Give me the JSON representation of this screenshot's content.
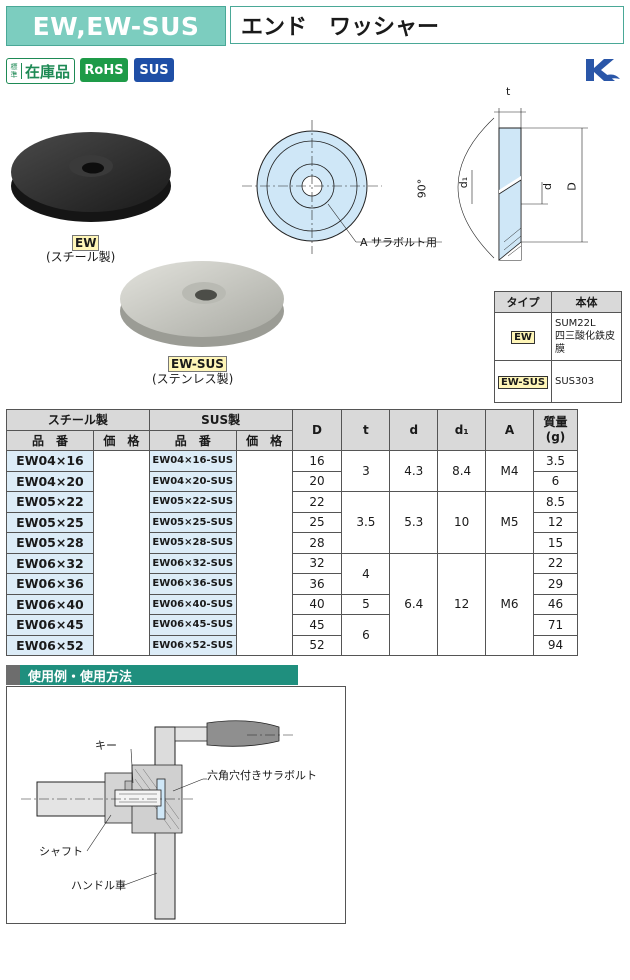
{
  "header": {
    "model": "EW,EW-SUS",
    "name": "エンド　ワッシャー"
  },
  "badges": {
    "stock_small": "標準",
    "stock_big": "在庫品",
    "rohs": "RoHS",
    "sus": "SUS"
  },
  "photos": [
    {
      "code": "EW",
      "caption": "(スチール製)"
    },
    {
      "code": "EW-SUS",
      "caption": "(ステンレス製)"
    }
  ],
  "drawing": {
    "t": "t",
    "d1": "d₁",
    "d": "d",
    "D": "D",
    "angle": "90°",
    "bolt_note": "A サラボルト用"
  },
  "material_table": {
    "headers": [
      "タイプ",
      "本体"
    ],
    "rows": [
      {
        "type": "EW",
        "material": [
          "SUM22L",
          "四三酸化鉄皮膜"
        ]
      },
      {
        "type": "EW-SUS",
        "material": [
          "SUS303"
        ]
      }
    ]
  },
  "spec_table": {
    "group_headers": {
      "steel": "スチール製",
      "sus": "SUS製",
      "mass": "質量",
      "mass_unit": "(g)"
    },
    "sub_headers": {
      "part": "品　番",
      "price": "価　格"
    },
    "columns": [
      "D",
      "t",
      "d",
      "d₁",
      "A"
    ],
    "rows": [
      {
        "steel": "EW04×16",
        "sus": "EW04×16-SUS",
        "D": "16",
        "mass": "3.5"
      },
      {
        "steel": "EW04×20",
        "sus": "EW04×20-SUS",
        "D": "20",
        "mass": "6"
      },
      {
        "steel": "EW05×22",
        "sus": "EW05×22-SUS",
        "D": "22",
        "mass": "8.5"
      },
      {
        "steel": "EW05×25",
        "sus": "EW05×25-SUS",
        "D": "25",
        "mass": "12"
      },
      {
        "steel": "EW05×28",
        "sus": "EW05×28-SUS",
        "D": "28",
        "mass": "15"
      },
      {
        "steel": "EW06×32",
        "sus": "EW06×32-SUS",
        "D": "32",
        "mass": "22"
      },
      {
        "steel": "EW06×36",
        "sus": "EW06×36-SUS",
        "D": "36",
        "mass": "29"
      },
      {
        "steel": "EW06×40",
        "sus": "EW06×40-SUS",
        "D": "40",
        "mass": "46"
      },
      {
        "steel": "EW06×45",
        "sus": "EW06×45-SUS",
        "D": "45",
        "mass": "71"
      },
      {
        "steel": "EW06×52",
        "sus": "EW06×52-SUS",
        "D": "52",
        "mass": "94"
      }
    ],
    "groups": [
      {
        "t": "3",
        "d": "4.3",
        "d1": "8.4",
        "A": "M4"
      },
      {
        "t": "3.5",
        "d": "5.3",
        "d1": "10",
        "A": "M5"
      },
      {
        "d": "6.4",
        "d1": "12",
        "A": "M6"
      }
    ],
    "t_sub": [
      "4",
      "5",
      "6"
    ]
  },
  "usage": {
    "title": "使用例・使用方法",
    "labels": {
      "key": "キー",
      "bolt": "六角穴付きサラボルト",
      "shaft": "シャフト",
      "handwheel": "ハンドル車"
    }
  },
  "colors": {
    "accent": "#1f8f7e",
    "header_bg": "#7ccdbf",
    "part_bg": "#dcecf7",
    "code_bg": "#fff6b8",
    "drawing_fill": "#cfe7f7"
  }
}
